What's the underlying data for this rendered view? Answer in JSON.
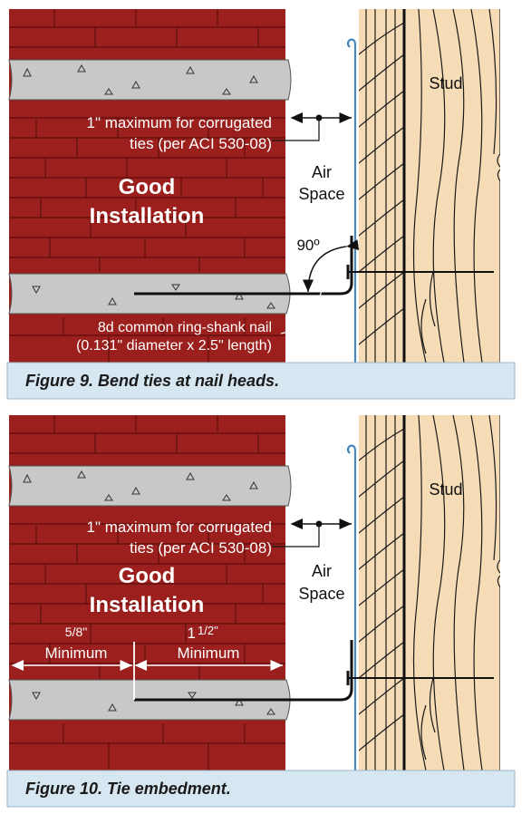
{
  "figures": [
    {
      "good_title_line1": "Good",
      "good_title_line2": "Installation",
      "note_line1": "1\" maximum for corrugated",
      "note_line2": "ties (per ACI 530-08)",
      "air_space_line1": "Air",
      "air_space_line2": "Space",
      "stud_label": "Stud",
      "angle_label": "90º",
      "nail_line1": "8d common ring-shank nail",
      "nail_line2": "(0.131\" diameter x 2.5\" length)",
      "caption": "Figure 9. Bend ties at nail heads."
    },
    {
      "good_title_line1": "Good",
      "good_title_line2": "Installation",
      "note_line1": "1\" maximum for corrugated",
      "note_line2": "ties (per ACI 530-08)",
      "air_space_line1": "Air",
      "air_space_line2": "Space",
      "stud_label": "Stud",
      "min_left_fraction": "5/8\"",
      "min_left_label": "Minimum",
      "min_right_whole": "1",
      "min_right_fraction": "1/2\"",
      "min_right_label": "Minimum",
      "caption": "Figure 10. Tie embedment."
    }
  ],
  "colors": {
    "brick": "#9b1f1c",
    "mortar": "#c8c8c8",
    "wood": "#f6dcb6",
    "caption_bg": "#d6e7f2",
    "sheathing": "#4a86b8"
  }
}
